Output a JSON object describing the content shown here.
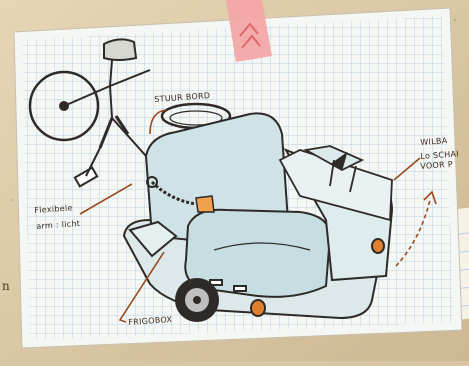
{
  "image": {
    "subject": "hand-drawn-sketch-pedal-cart",
    "colors": {
      "desk": "#d9c7a4",
      "paper": "#f4f6f2",
      "grid": "#9fc3d8",
      "ink": "#2e2a28",
      "seat": "#cfe3e6",
      "tape": "#f2a6a6",
      "accent": "#d9702a"
    }
  },
  "annotations": {
    "stuur": "STUUR BORD",
    "flexibele_line1": "Flexibele",
    "flexibele_line2": "arm : licht",
    "frigobox": "FRIGOBOX",
    "wilba_line1": "WILBA",
    "wilba_line2": "Lo SCHAI",
    "wilba_line3": "VOOR P"
  },
  "edge_text": "n"
}
